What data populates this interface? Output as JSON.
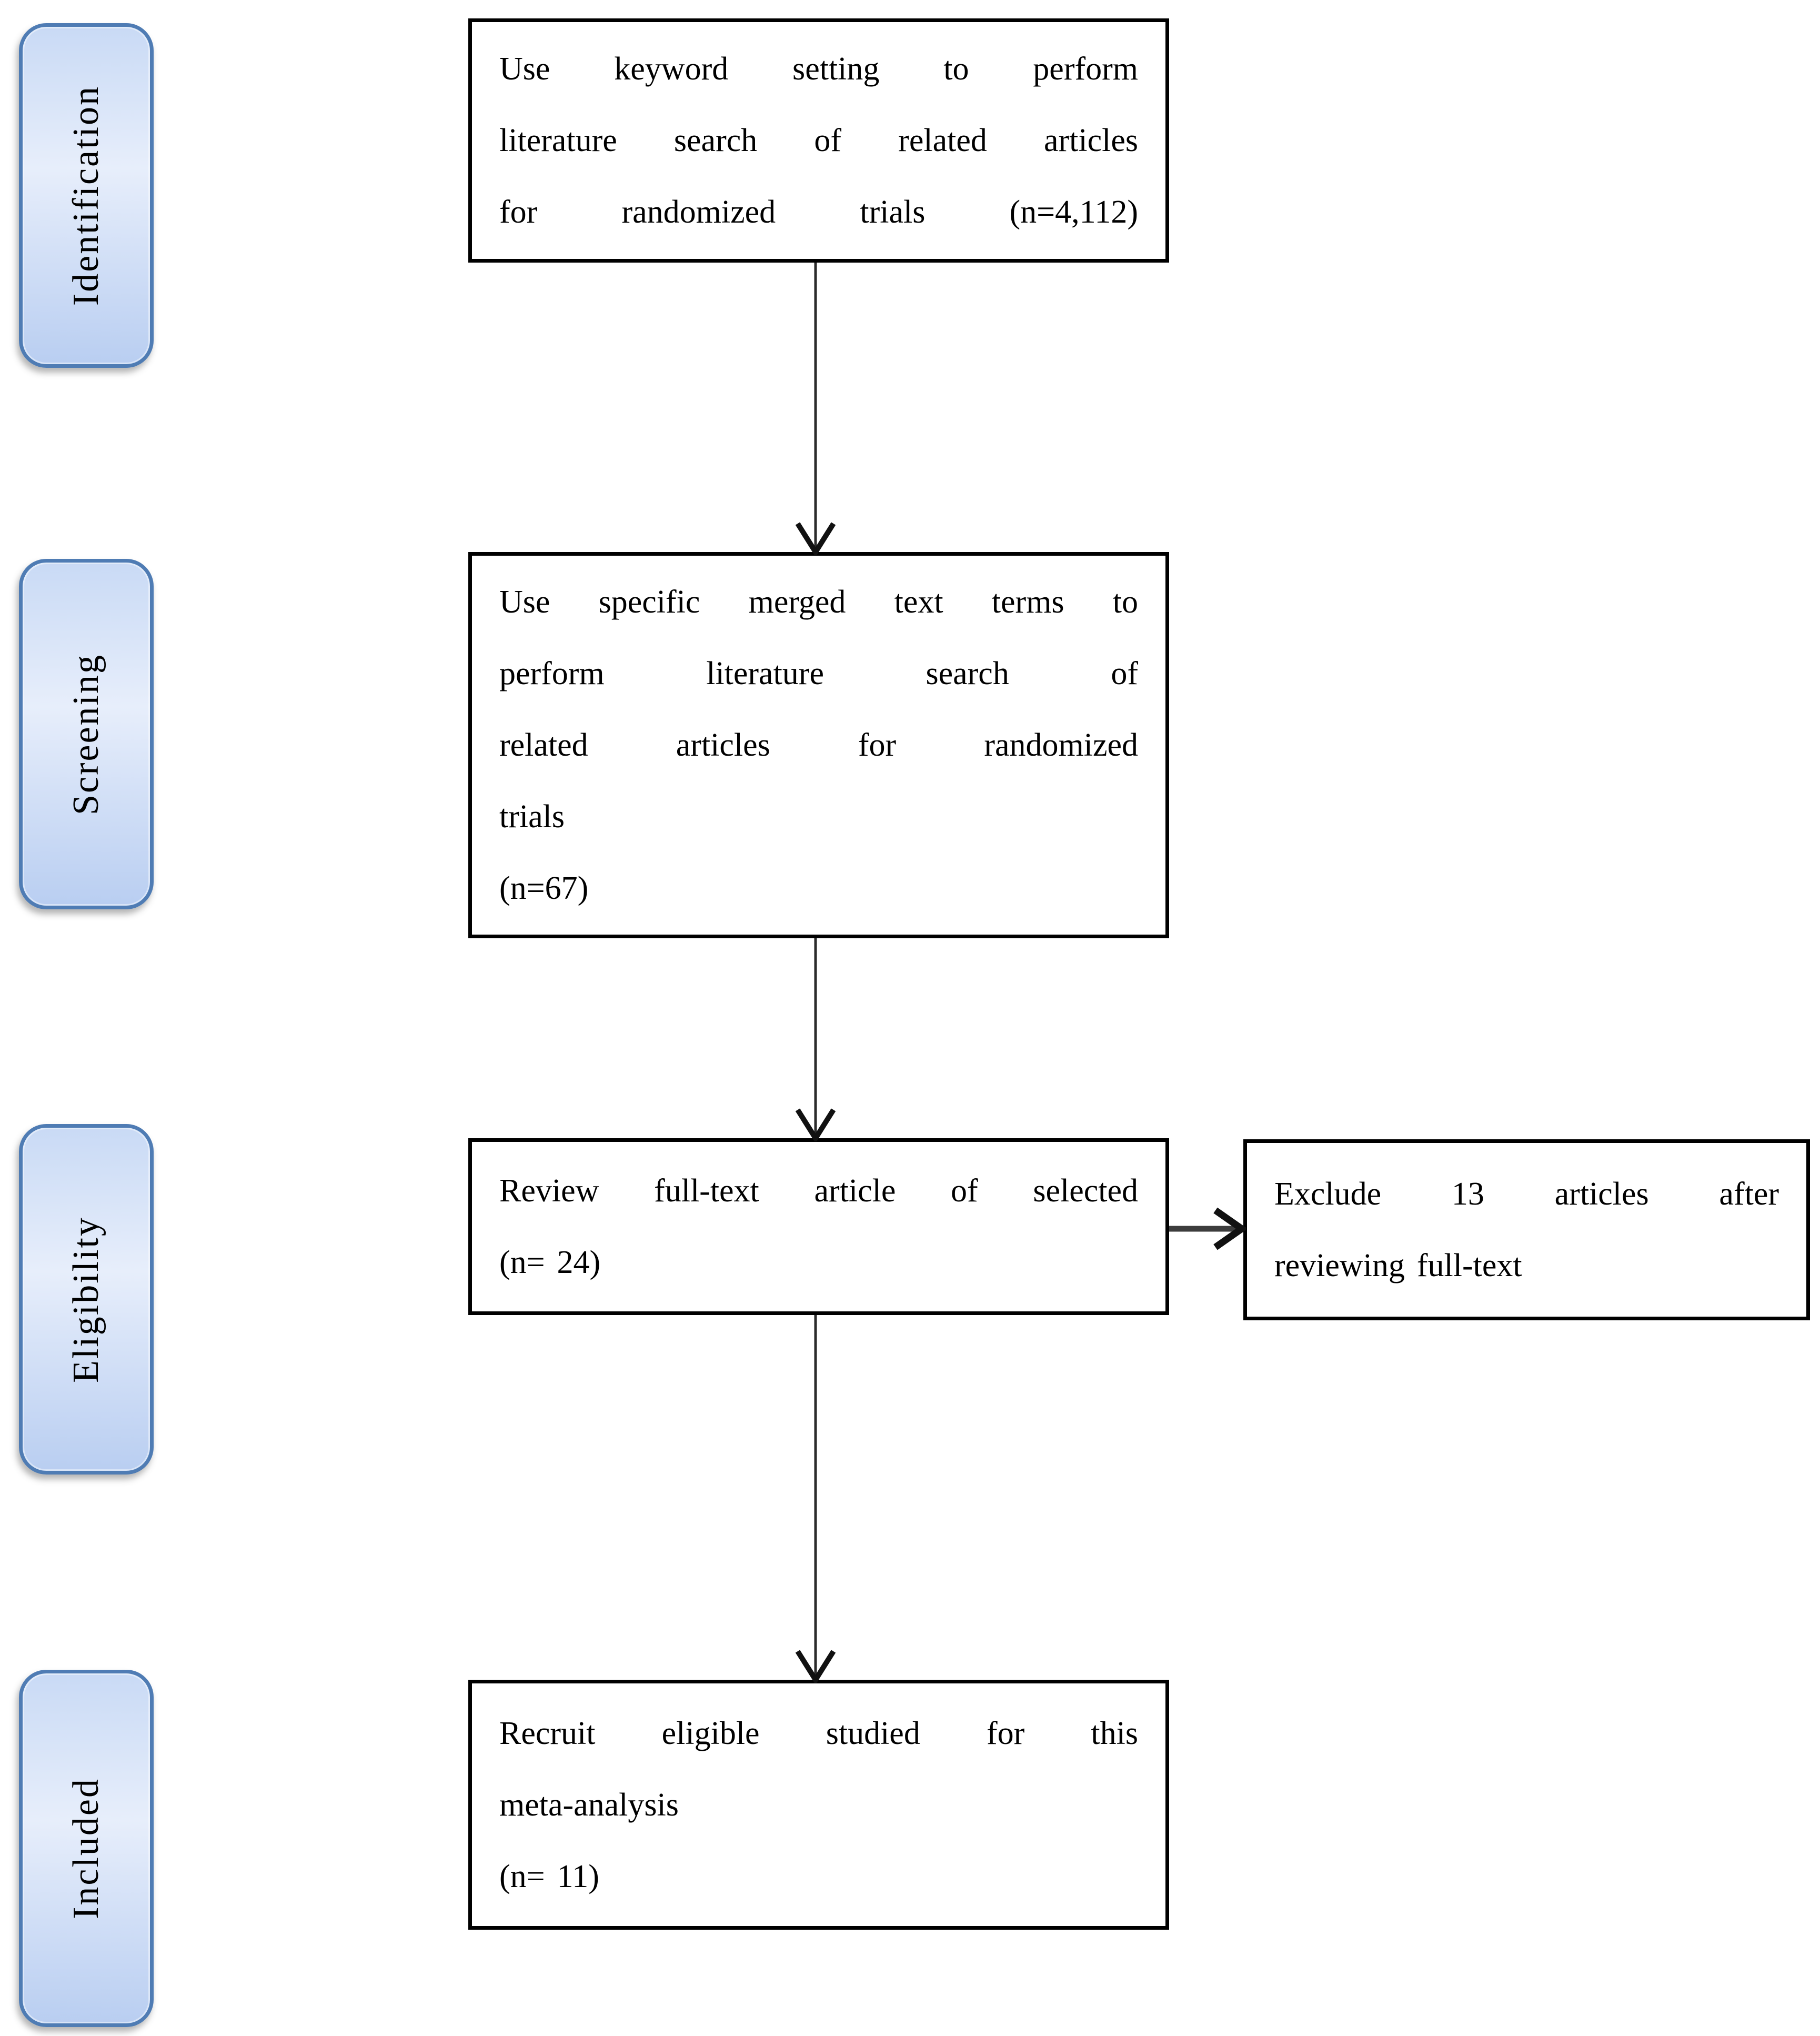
{
  "figure": {
    "type": "prisma-flow-diagram",
    "background": "#ffffff"
  },
  "sidebar": {
    "items": [
      {
        "label": "Identification"
      },
      {
        "label": "Screening"
      },
      {
        "label": "Eligibility"
      },
      {
        "label": "Included"
      }
    ]
  },
  "flow": {
    "boxes": [
      {
        "name": "identification-search",
        "lines": [
          "Use keyword setting to perform",
          "literature search of related articles",
          "for randomized trials (n=4,112)"
        ]
      },
      {
        "name": "screening-search",
        "lines": [
          "Use specific merged text terms to",
          "perform literature search of",
          "related articles for randomized",
          "trials",
          "(n=67)"
        ]
      },
      {
        "name": "eligibility-review",
        "lines": [
          "Review full-text article of selected",
          "(n= 24)"
        ]
      },
      {
        "name": "excluded-articles",
        "lines": [
          "Exclude 13 articles after",
          "reviewing full-text"
        ]
      },
      {
        "name": "included-recruit",
        "lines": [
          "Recruit eligible studied for this",
          "meta-analysis",
          "(n= 11)"
        ]
      }
    ]
  },
  "colors": {
    "stage_border": "#4f7cb4",
    "stage_fill_top": "#c9daf5",
    "stage_fill_mid": "#e7eefb",
    "stage_fill_bottom": "#b9cef1",
    "box_border": "#000000",
    "box_fill": "#ffffff",
    "arrow": "#1a1a1a",
    "arrow_horizontal_shaft": "#3d3d3d",
    "text": "#000000"
  }
}
